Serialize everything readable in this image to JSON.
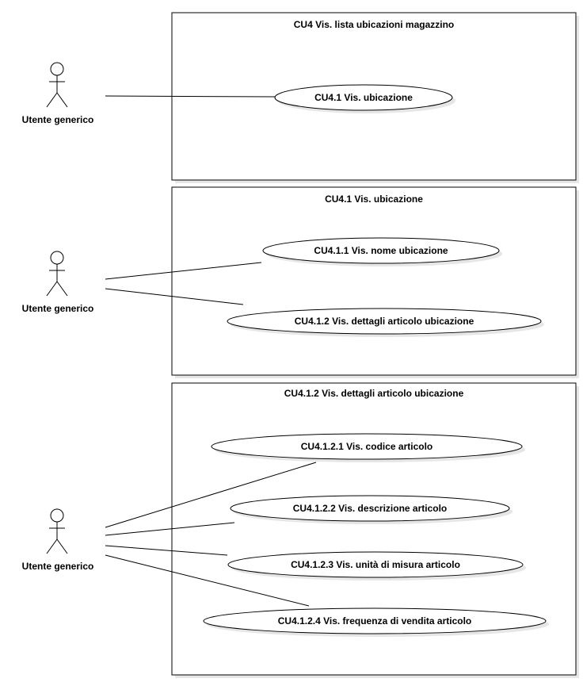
{
  "diagram": {
    "type": "uml-use-case",
    "systems": [
      {
        "title": "CU4 Vis. lista ubicazioni magazzino",
        "actor": "Utente generico",
        "use_cases": [
          "CU4.1 Vis. ubicazione"
        ]
      },
      {
        "title": "CU4.1 Vis. ubicazione",
        "actor": "Utente generico",
        "use_cases": [
          "CU4.1.1 Vis. nome ubicazione",
          "CU4.1.2 Vis. dettagli articolo ubicazione"
        ]
      },
      {
        "title": "CU4.1.2 Vis. dettagli articolo ubicazione",
        "actor": "Utente generico",
        "use_cases": [
          "CU4.1.2.1 Vis. codice articolo",
          "CU4.1.2.2 Vis. descrizione articolo",
          "CU4.1.2.3 Vis. unità di misura articolo",
          "CU4.1.2.4 Vis. frequenza di vendita articolo"
        ]
      }
    ]
  }
}
